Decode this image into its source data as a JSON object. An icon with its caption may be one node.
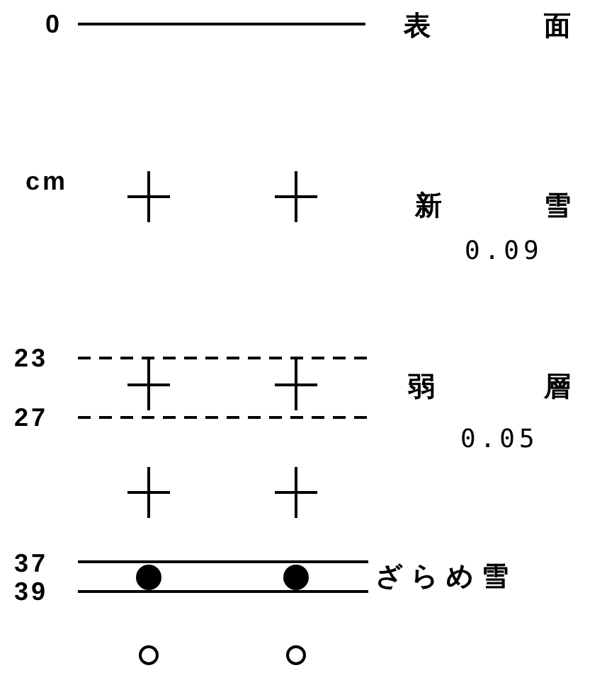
{
  "diagram": {
    "labels": [
      "0",
      "表面",
      "cm",
      "新雪",
      "0.09",
      "23",
      "弱層",
      "27",
      "0.05",
      "37",
      "ざらめ雪",
      "39"
    ]
  }
}
